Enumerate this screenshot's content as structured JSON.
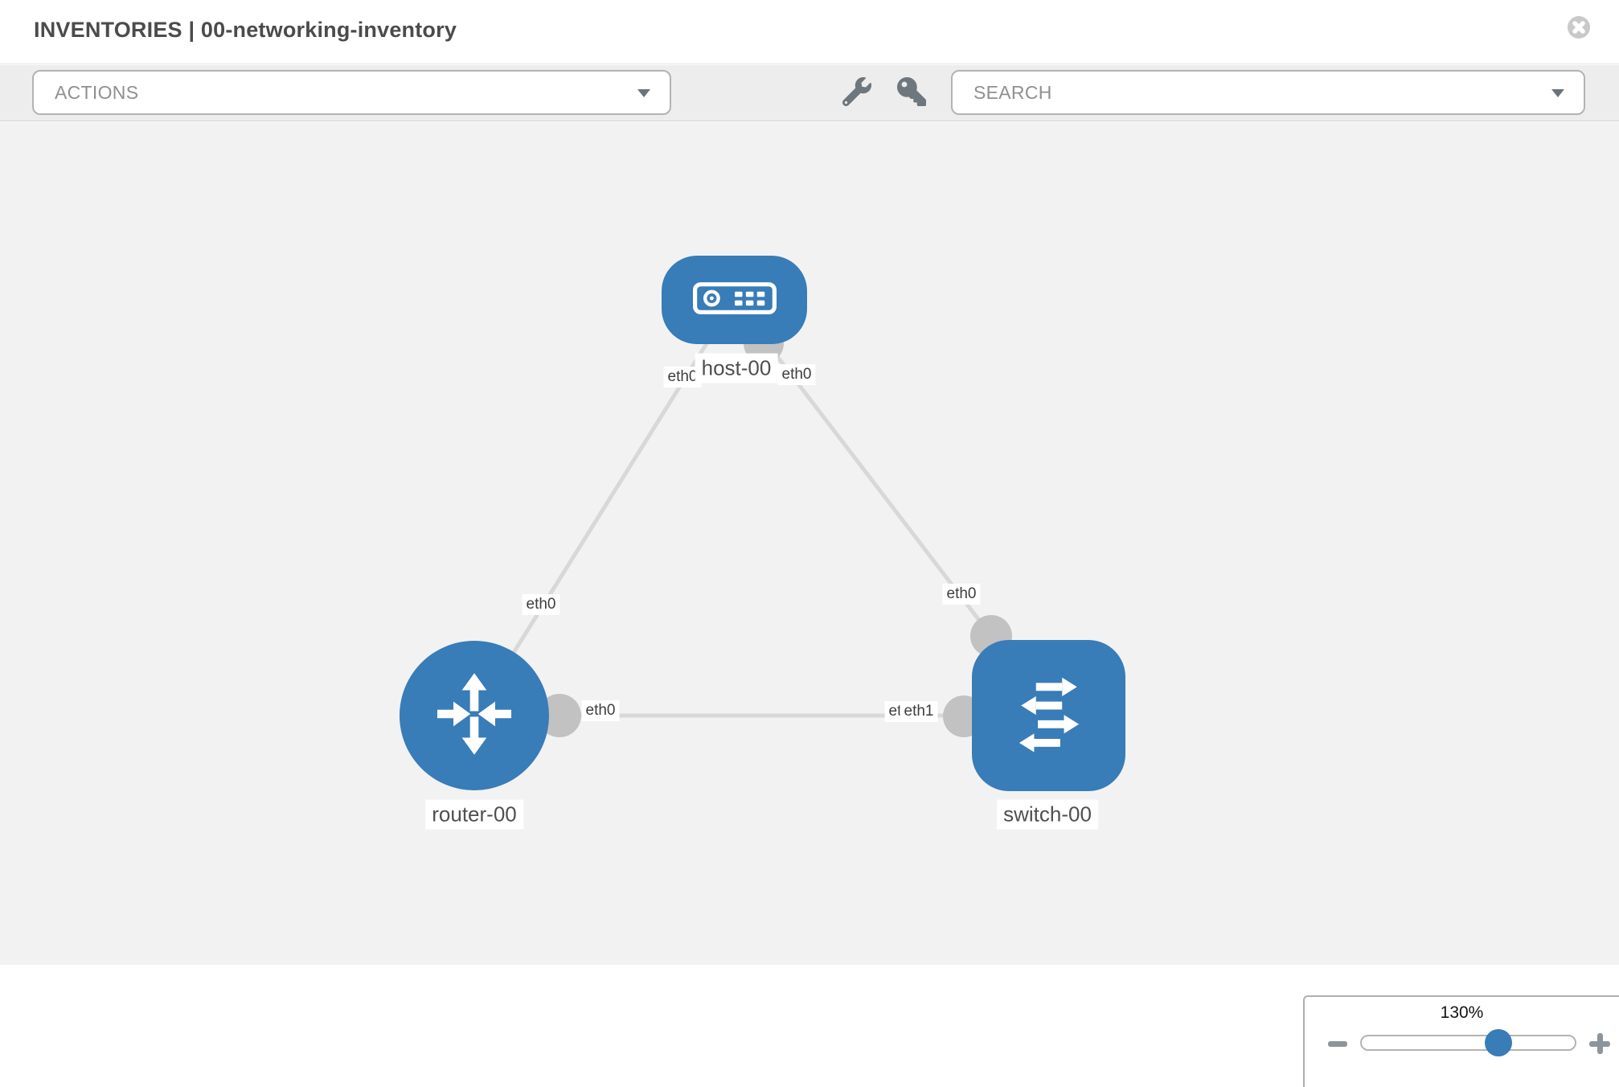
{
  "header": {
    "title": "INVENTORIES | 00-networking-inventory"
  },
  "toolbar": {
    "actions_placeholder": "ACTIONS",
    "search_placeholder": "SEARCH"
  },
  "colors": {
    "node_blue": "#387cb8",
    "canvas_bg": "#f2f2f2",
    "toolbar_bg": "#ededed",
    "link_gray": "#d8d8d8",
    "endpoint_gray": "#c2c2c2",
    "tool_icon_gray": "#6e767e"
  },
  "topology": {
    "nodes": [
      {
        "id": "host-00",
        "type": "host",
        "label": "host-00",
        "icon": "server-icon"
      },
      {
        "id": "router-00",
        "type": "router",
        "label": "router-00",
        "icon": "router-arrows-icon"
      },
      {
        "id": "switch-00",
        "type": "switch",
        "label": "switch-00",
        "icon": "switch-arrows-icon"
      }
    ],
    "links": [
      {
        "from": "host-00",
        "to": "router-00",
        "from_label": "eth0",
        "to_label": "eth0"
      },
      {
        "from": "host-00",
        "to": "switch-00",
        "from_label": "eth0",
        "to_label": "eth0"
      },
      {
        "from": "router-00",
        "to": "switch-00",
        "from_label": "eth0",
        "to_label": "eth0",
        "to_label_overlap": "eth1"
      }
    ]
  },
  "zoom_control": {
    "level": "130%"
  }
}
